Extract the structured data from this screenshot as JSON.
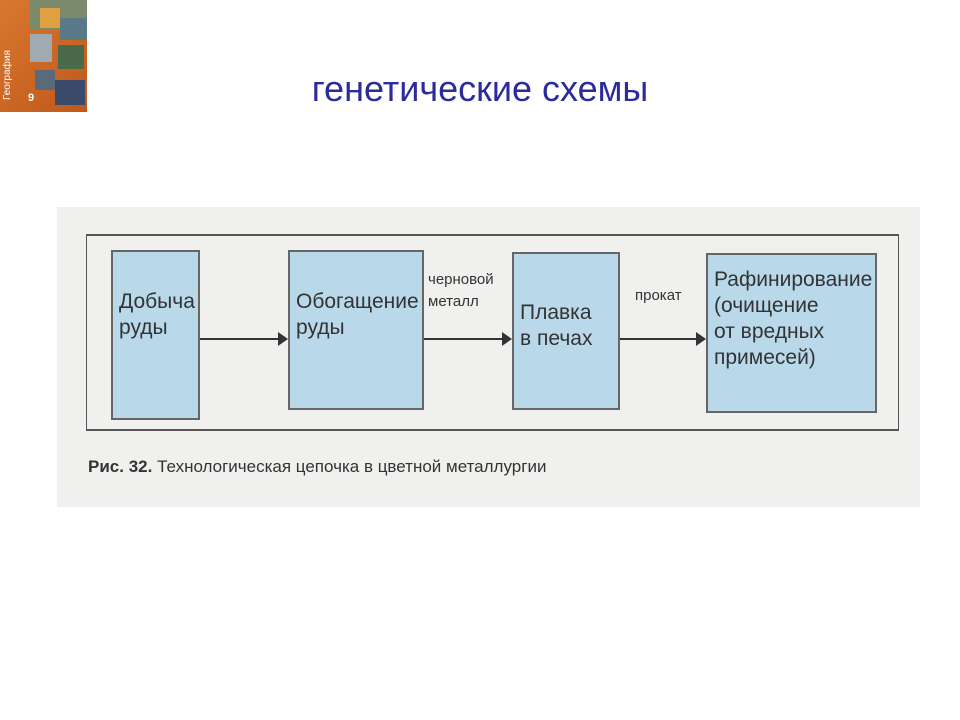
{
  "slide": {
    "title": "генетические схемы"
  },
  "cover": {
    "text": "География",
    "grade": "9"
  },
  "diagram": {
    "boxes": [
      "Добыча\nруды",
      "Обогащение\nруды",
      "Плавка\nв печах",
      "Рафинирование\n(очищение\nот вредных\nпримесей)"
    ],
    "arrow_labels": [
      "",
      "черновой\nметалл",
      "прокат"
    ],
    "caption_num": "Рис. 32.",
    "caption_text": "Технологическая цепочка в цветной металлургии"
  }
}
